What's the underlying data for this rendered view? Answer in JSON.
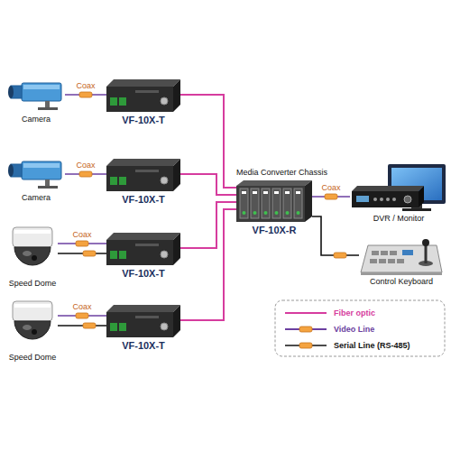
{
  "diagram": {
    "nodes": [
      {
        "text": [
          "Camera"
        ]
      },
      {
        "text": [
          "VF-10X-T"
        ]
      },
      {
        "text": [
          "Camera"
        ]
      },
      {
        "text": [
          "VF-10X-T"
        ]
      },
      {
        "text": [
          "Speed Dome"
        ]
      },
      {
        "text": [
          "VF-10X-T"
        ]
      },
      {
        "text": [
          "Speed Dome"
        ]
      },
      {
        "text": [
          "VF-10X-T"
        ]
      },
      {
        "text": [
          "Media Converter Chassis",
          "VF-10X-R"
        ]
      },
      {
        "text": [
          "DVR / Monitor"
        ]
      },
      {
        "text": [
          "Control Keyboard"
        ]
      }
    ],
    "edges": [
      {
        "from": 0,
        "to": 1,
        "label": "Coax",
        "arrow": "none"
      },
      {
        "from": 2,
        "to": 3,
        "label": "Coax",
        "arrow": "none"
      },
      {
        "from": 4,
        "to": 5,
        "label": "Coax",
        "arrow": "none"
      },
      {
        "from": 4,
        "to": 5,
        "arrow": "none"
      },
      {
        "from": 6,
        "to": 7,
        "label": "Coax",
        "arrow": "none"
      },
      {
        "from": 6,
        "to": 7,
        "arrow": "none"
      },
      {
        "from": 1,
        "to": 8,
        "arrow": "none"
      },
      {
        "from": 3,
        "to": 8,
        "arrow": "none"
      },
      {
        "from": 5,
        "to": 8,
        "arrow": "none"
      },
      {
        "from": 7,
        "to": 8,
        "arrow": "none"
      },
      {
        "from": 8,
        "to": 9,
        "label": "Coax",
        "arrow": "none"
      },
      {
        "from": 8,
        "to": 10,
        "arrow": "none"
      }
    ],
    "legend": [
      {
        "text": "Fiber optic"
      },
      {
        "text": "Video Line"
      },
      {
        "text": "Serial Line (RS-485)"
      }
    ]
  }
}
